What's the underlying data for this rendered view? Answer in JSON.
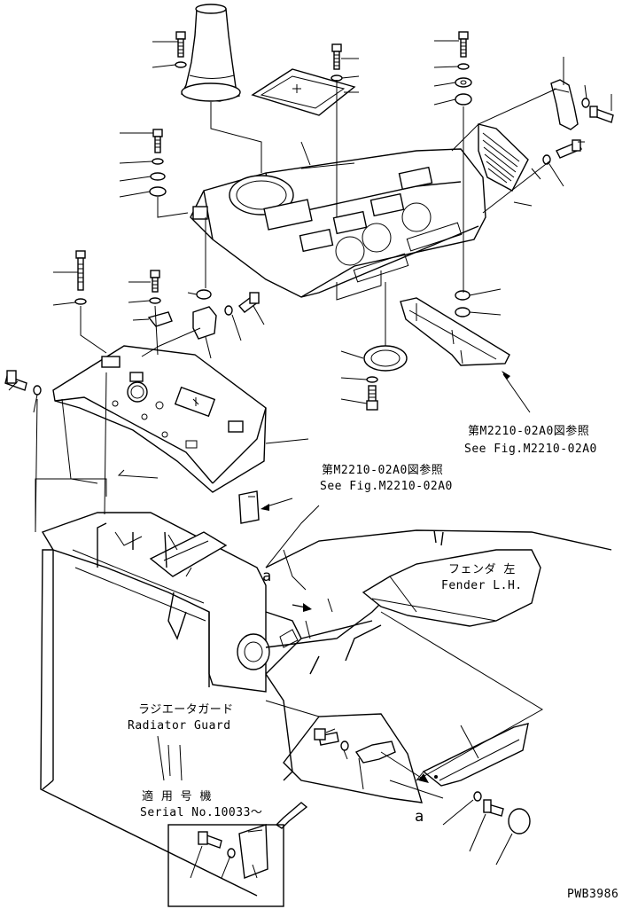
{
  "refs": {
    "see_fig_right_jp": "第M2210-02A0図参照",
    "see_fig_right_en": "See Fig.M2210-02A0",
    "see_fig_center_jp": "第M2210-02A0図参照",
    "see_fig_center_en": "See Fig.M2210-02A0"
  },
  "fender": {
    "jp": "フェンダ 左",
    "en": "Fender L.H."
  },
  "radiator_guard": {
    "jp": "ラジエータガード",
    "en": "Radiator Guard"
  },
  "serial": {
    "jp": "適 用 号 機",
    "en": "Serial No.10033～"
  },
  "detail_markers": {
    "upper": "a",
    "lower": "a"
  },
  "drawing_id": "PWB3986"
}
